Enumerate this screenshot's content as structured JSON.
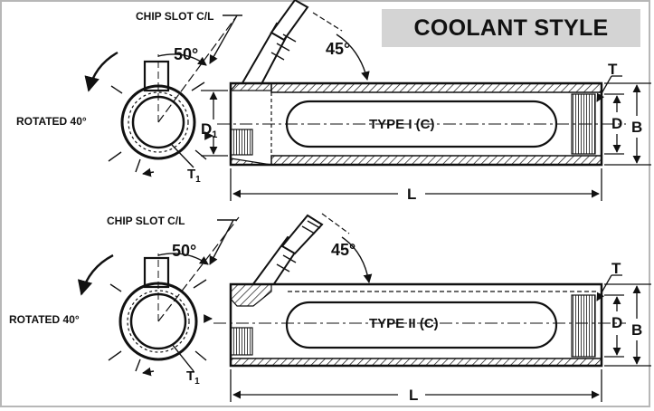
{
  "title": "COOLANT STYLE",
  "colors": {
    "ink": "#111111",
    "badge": "#d4d4d4",
    "frame": "#b7b7b7",
    "body_fill": "#ffffff"
  },
  "views": [
    {
      "chip_slot": "CHIP SLOT C/L",
      "angle_slot": "50°",
      "angle_nozzle": "45°",
      "rotated": "ROTATED 40°",
      "type": "TYPE I (C)",
      "dim_t": "T",
      "dim_t1": "T",
      "dim_t1_sub": "1",
      "dim_d": "D",
      "dim_b": "B",
      "dim_l": "L",
      "dim_d1": "D",
      "dim_d1_sub": "1"
    },
    {
      "chip_slot": "CHIP SLOT C/L",
      "angle_slot": "50°",
      "angle_nozzle": "45°",
      "rotated": "ROTATED 40°",
      "type": "TYPE II (C)",
      "dim_t": "T",
      "dim_t1": "T",
      "dim_t1_sub": "1",
      "dim_d": "D",
      "dim_b": "B",
      "dim_l": "L"
    }
  ]
}
